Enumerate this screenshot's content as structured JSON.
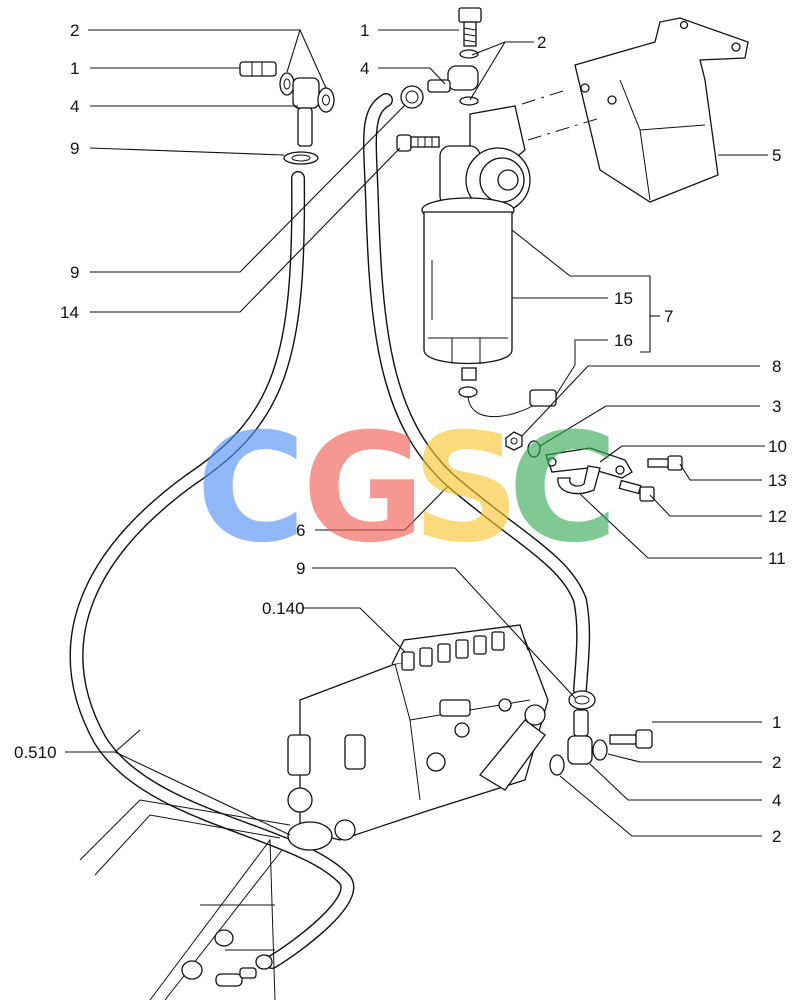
{
  "callouts": {
    "c_2_tl": "2",
    "c_1_tl": "1",
    "c_4_tl": "4",
    "c_9_tl": "9",
    "c_9_ml": "9",
    "c_14_ml": "14",
    "c_1_tc": "1",
    "c_4_tc": "4",
    "c_2_tc": "2",
    "c_5": "5",
    "c_15": "15",
    "c_16": "16",
    "c_7": "7",
    "c_8": "8",
    "c_3": "3",
    "c_10": "10",
    "c_13": "13",
    "c_12": "12",
    "c_11": "11",
    "c_6": "6",
    "c_9_mc": "9",
    "c_0140": "0.140",
    "c_0510": "0.510",
    "c_1_br": "1",
    "c_2_br": "2",
    "c_4_br": "4",
    "c_2_bb": "2"
  },
  "watermark": {
    "letters": [
      "C",
      "G",
      "S",
      "C"
    ],
    "colors": [
      "#4f8ff7",
      "#ee5a4f",
      "#f7c52b",
      "#34a853"
    ]
  }
}
